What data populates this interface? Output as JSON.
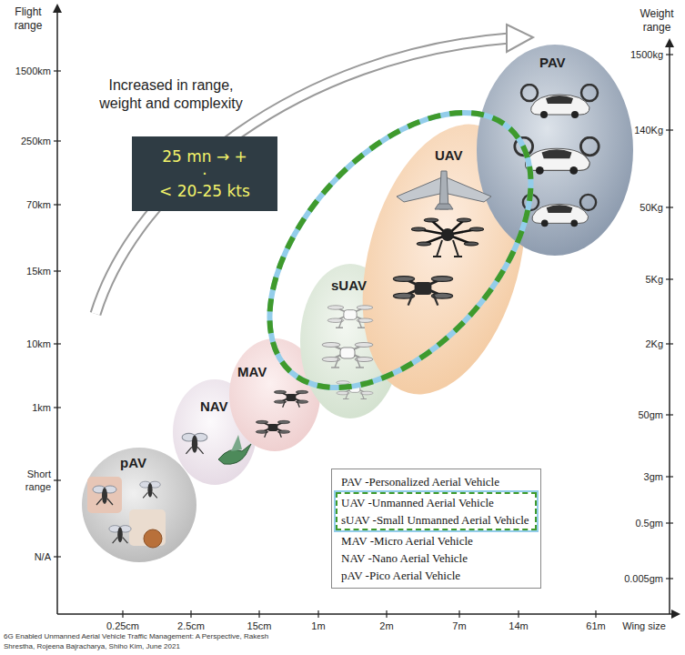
{
  "diagram": {
    "caption": "6G Enabled Unmanned Aerial Vehicle Traffic Management: A Perspective, Rakesh Shrestha, Rojeena Bajracharya, Shiho Kim, June 2021",
    "nodes": [
      {
        "text": [
          "25 mn → +",
          "·",
          "< 20-25 kts"
        ]
      },
      {
        "text": [
          "pAV"
        ]
      },
      {
        "text": [
          "NAV"
        ]
      },
      {
        "text": [
          "MAV"
        ]
      },
      {
        "text": [
          "sUAV"
        ]
      },
      {
        "text": [
          "UAV"
        ]
      },
      {
        "text": [
          "PAV"
        ]
      },
      {
        "text": [
          "PAV -Personalized Aerial Vehicle",
          "UAV -Unmanned Aerial Vehicle",
          "sUAV -Small Unmanned Aerial Vehicle",
          "MAV -Micro Aerial Vehicle",
          "NAV -Nano Aerial Vehicle",
          "pAV -Pico Aerial Vehicle"
        ]
      }
    ],
    "labels": [
      "Flight range",
      "Weight range",
      "1500km",
      "250km",
      "70km",
      "15km",
      "10km",
      "1km",
      "Short range",
      "N/A",
      "1500kg",
      "140Kg",
      "50Kg",
      "5Kg",
      "2Kg",
      "50gm",
      "3gm",
      "0.5gm",
      "0.005gm",
      "0.25cm",
      "2.5cm",
      "15cm",
      "1m",
      "2m",
      "7m",
      "14m",
      "61m",
      "Wing size",
      "Increased in range, weight and complexity"
    ]
  }
}
